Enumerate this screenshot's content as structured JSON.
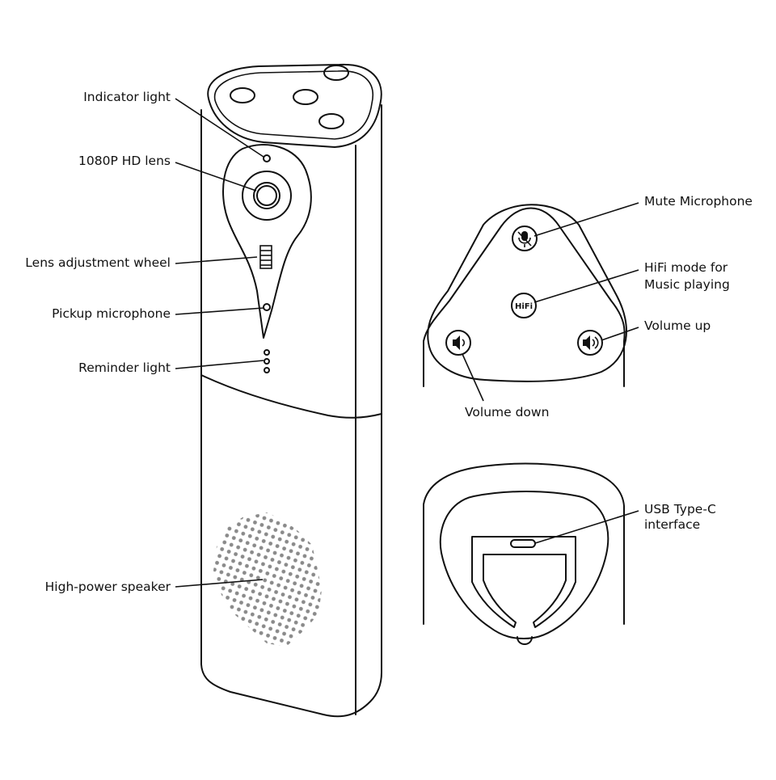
{
  "labels": {
    "indicator_light": "Indicator light",
    "hd_lens": "1080P HD lens",
    "lens_wheel": "Lens adjustment wheel",
    "pickup_mic": "Pickup microphone",
    "reminder_light": "Reminder light",
    "speaker": "High-power speaker",
    "mute_mic": "Mute Microphone",
    "hifi_line1": "HiFi mode for",
    "hifi_line2": "Music playing",
    "volume_up": "Volume up",
    "volume_down": "Volume down",
    "usb_line1": "USB Type-C",
    "usb_line2": "interface"
  },
  "buttons": {
    "hifi_text": "HiFi"
  },
  "icons": [
    "microphone-mute-icon",
    "hifi-icon",
    "volume-down-icon",
    "volume-up-icon"
  ]
}
